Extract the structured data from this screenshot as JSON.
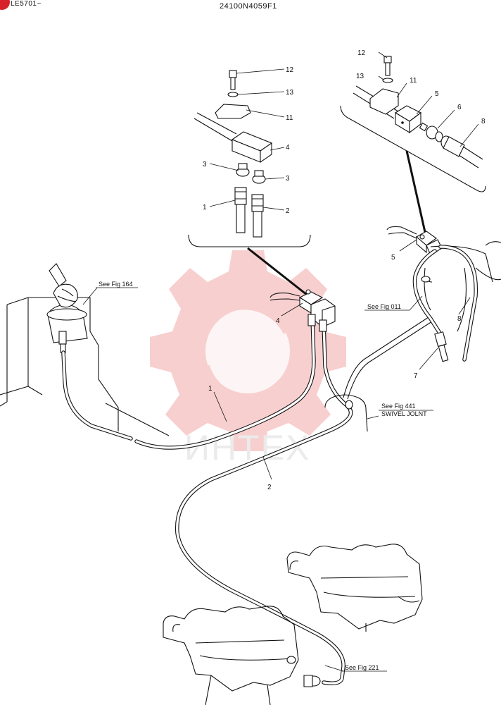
{
  "header": {
    "corner_code": "LE5701~",
    "drawing_number": "24100N4059F1"
  },
  "watermark": {
    "text": "ИНТЕХ",
    "color": "#f2a0a0"
  },
  "detail_upper": {
    "callouts": [
      "12",
      "13",
      "11",
      "4",
      "3",
      "3",
      "1",
      "2"
    ]
  },
  "detail_right": {
    "callouts": [
      "12",
      "13",
      "11",
      "5",
      "6",
      "8"
    ]
  },
  "main": {
    "callouts": [
      "4",
      "5",
      "8",
      "7",
      "1",
      "2"
    ],
    "references": {
      "fig164": "See Fig 164",
      "fig011": "See Fig 011",
      "fig441_a": "See Fig  441",
      "fig441_b": "SWIVEL JOLNT",
      "fig221": "See Fig 221"
    }
  },
  "colors": {
    "line": "#111111",
    "watermark": "#f2a0a0",
    "badge": "#d8202a"
  }
}
